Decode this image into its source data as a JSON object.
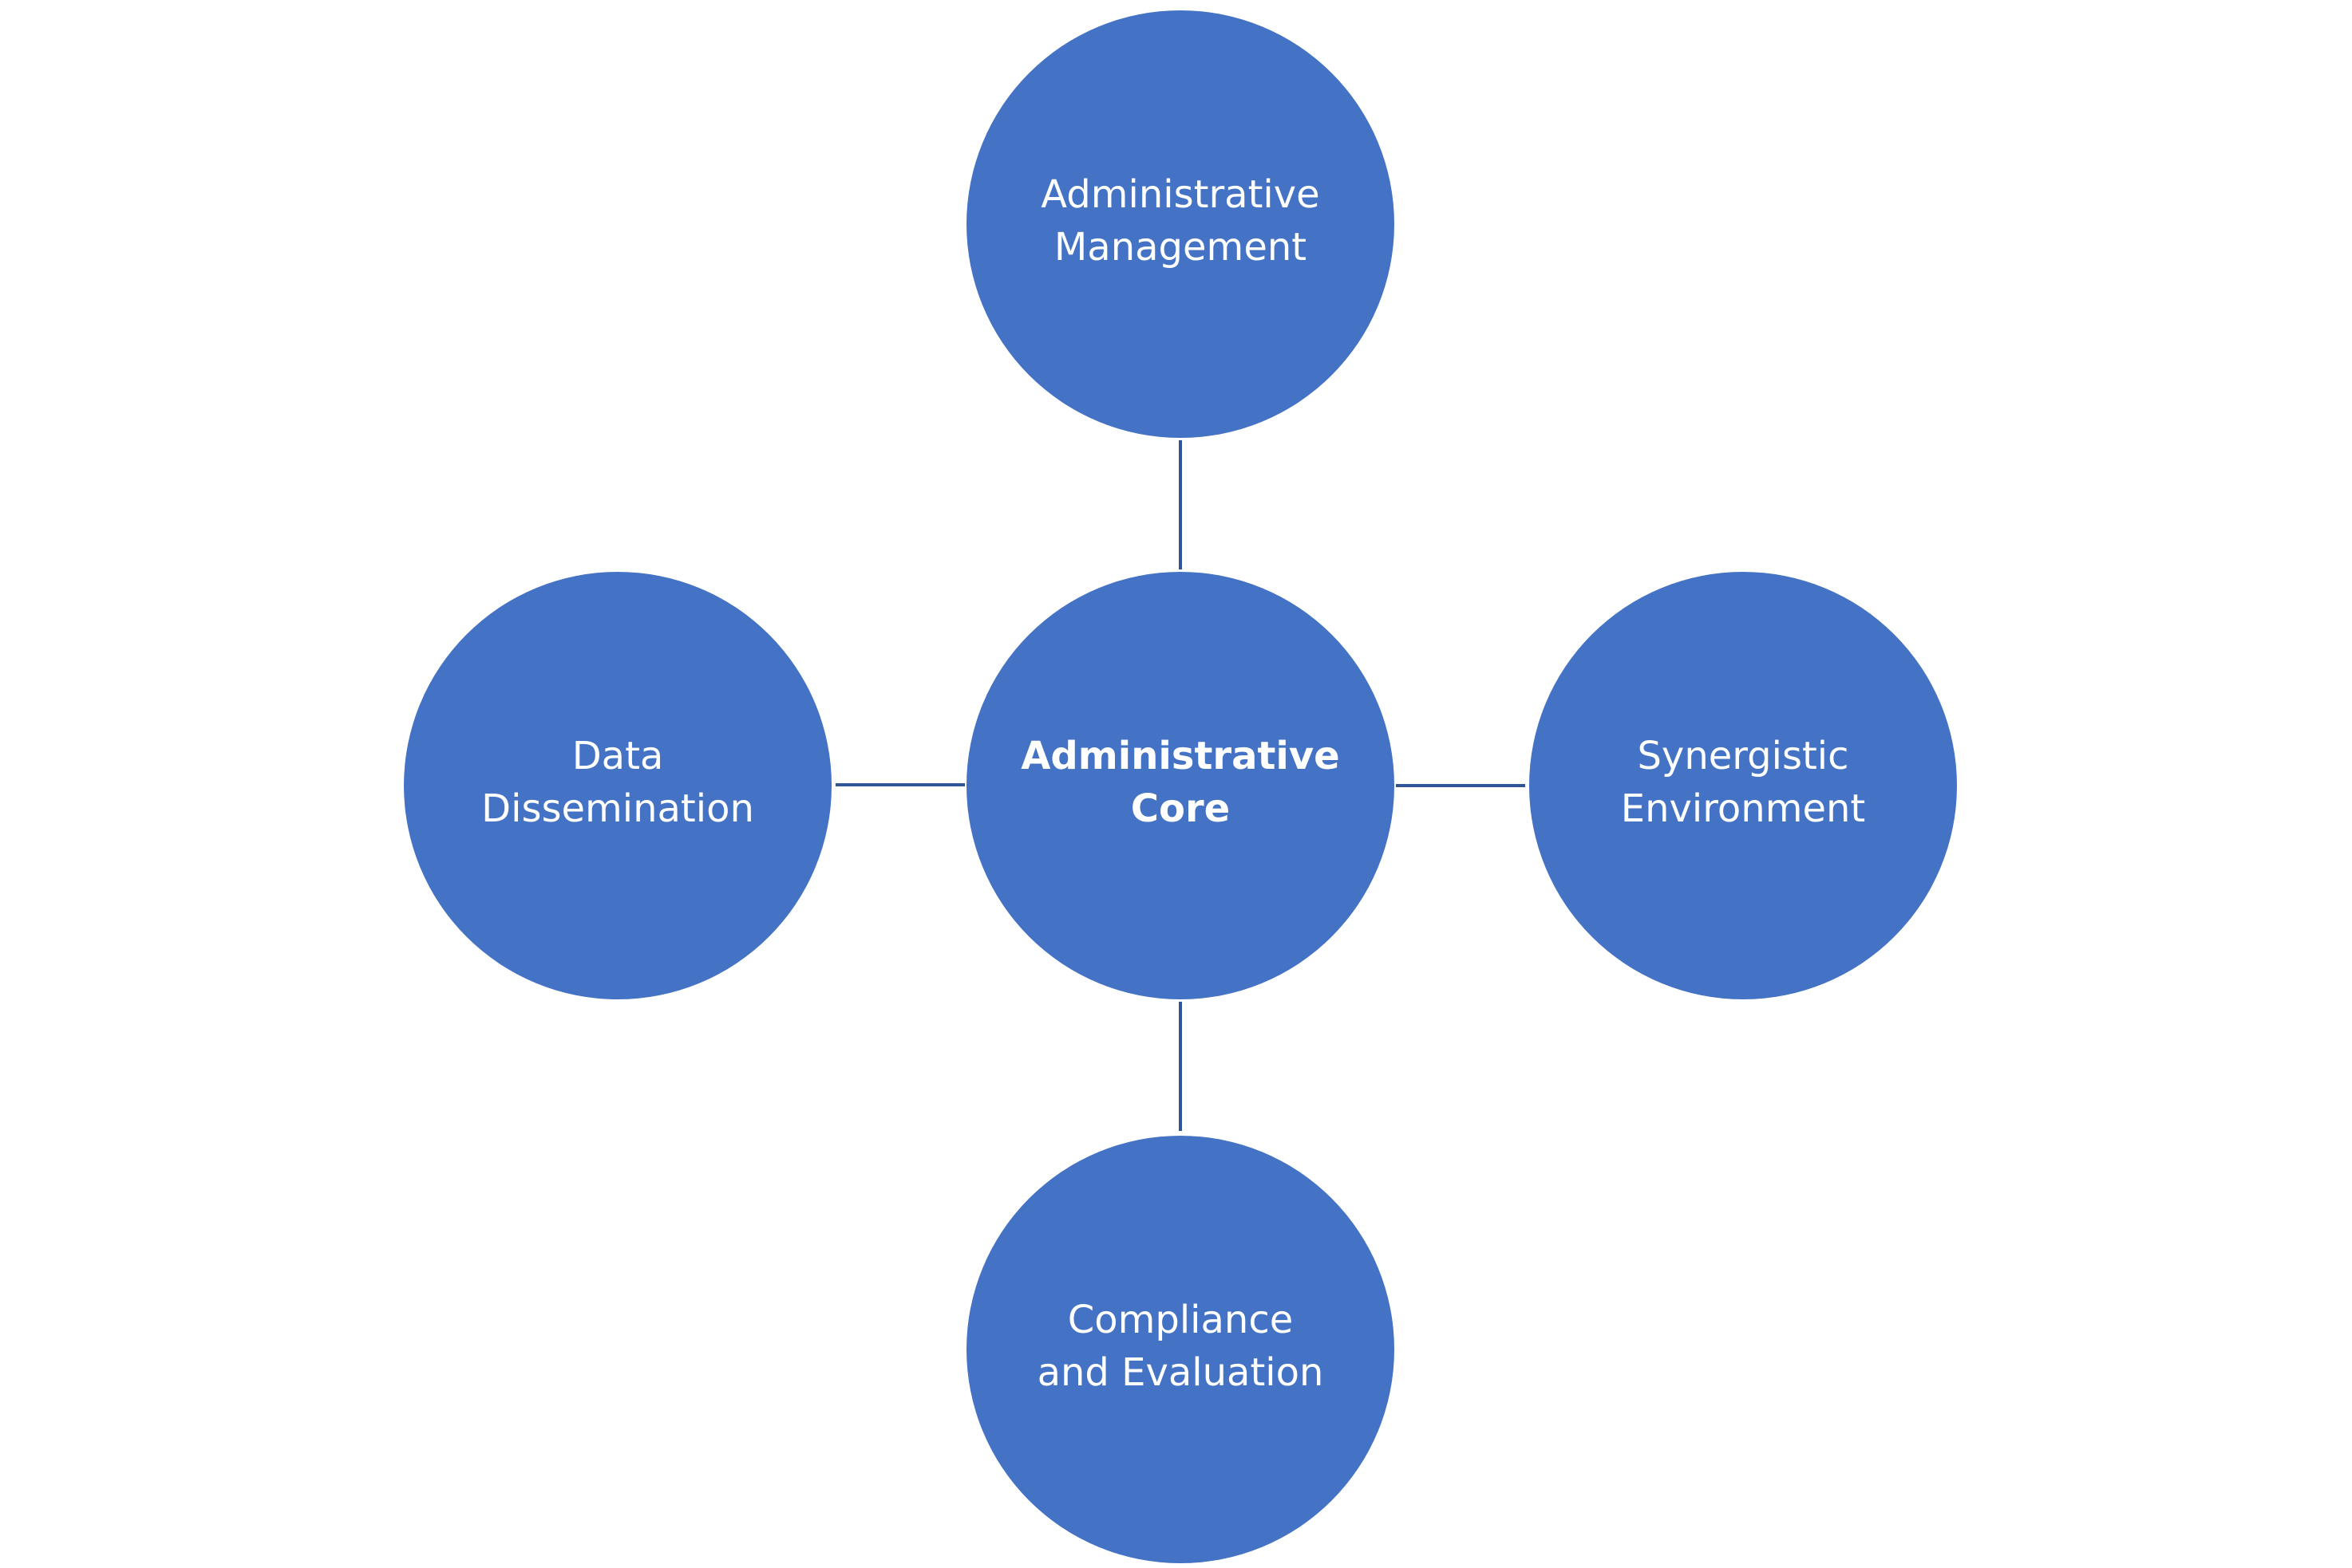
{
  "diagram": {
    "colors": {
      "node_fill": "#4472C4",
      "connector": "#2F5597",
      "text": "#FFFFFF"
    },
    "center": {
      "id": "core",
      "lines": [
        "Administrative",
        "Core"
      ]
    },
    "nodes": [
      {
        "id": "top",
        "lines": [
          "Administrative",
          "Management"
        ]
      },
      {
        "id": "left",
        "lines": [
          "Data",
          "Dissemination"
        ]
      },
      {
        "id": "right",
        "lines": [
          "Synergistic",
          "Environment"
        ]
      },
      {
        "id": "bottom",
        "lines": [
          "Compliance",
          "and Evaluation"
        ]
      }
    ]
  }
}
